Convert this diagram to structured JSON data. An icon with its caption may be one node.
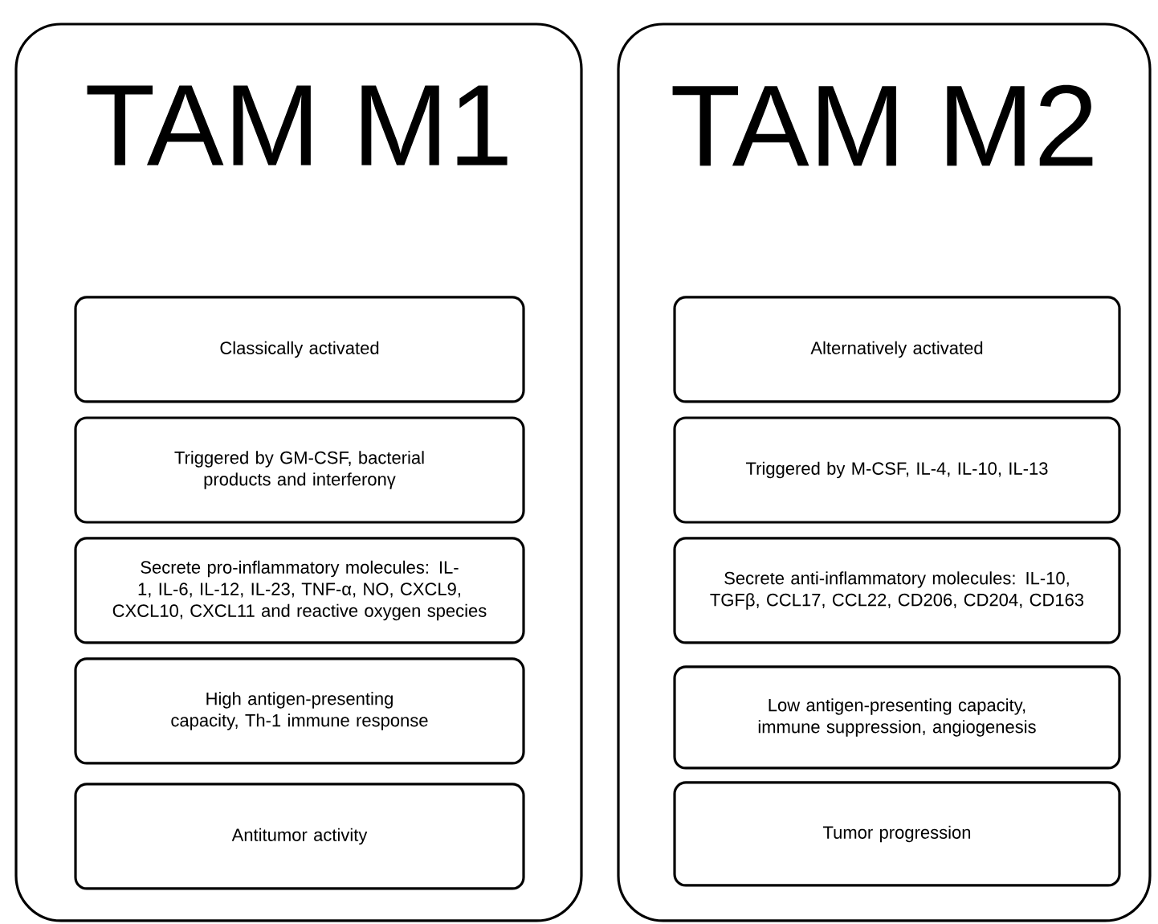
{
  "diagram": {
    "nodes": [
      {
        "text": [
          "TAM M1"
        ]
      },
      {
        "text": [
          "Classically activated"
        ],
        "in": 0
      },
      {
        "text": [
          "Triggered by GM-CSF, bacterial products and interferonγ"
        ],
        "in": 0
      },
      {
        "text": [
          "Secrete pro-inflammatory molecules: IL-1, IL-6, IL-12, IL-23, TNF-α, NO, CXCL9, CXCL10, CXCL11 and reactive oxygen species"
        ],
        "in": 0
      },
      {
        "text": [
          "High antigen-presenting capacity, Th-1 immune response"
        ],
        "in": 0
      },
      {
        "text": [
          "Antitumor activity"
        ],
        "in": 0
      },
      {
        "text": [
          "TAM M2"
        ]
      },
      {
        "text": [
          "Alternatively activated"
        ],
        "in": 6
      },
      {
        "text": [
          "Triggered by M-CSF, IL-4, IL-10, IL-13"
        ],
        "in": 6
      },
      {
        "text": [
          "Secrete anti-inflammatory molecules: IL-10, TGFβ, CCL17, CCL22, CD206, CD204, CD163"
        ],
        "in": 6
      },
      {
        "text": [
          "Low antigen-presenting capacity, immune suppression, angiogenesis"
        ],
        "in": 6
      },
      {
        "text": [
          "Tumor progression"
        ],
        "in": 6
      }
    ]
  }
}
